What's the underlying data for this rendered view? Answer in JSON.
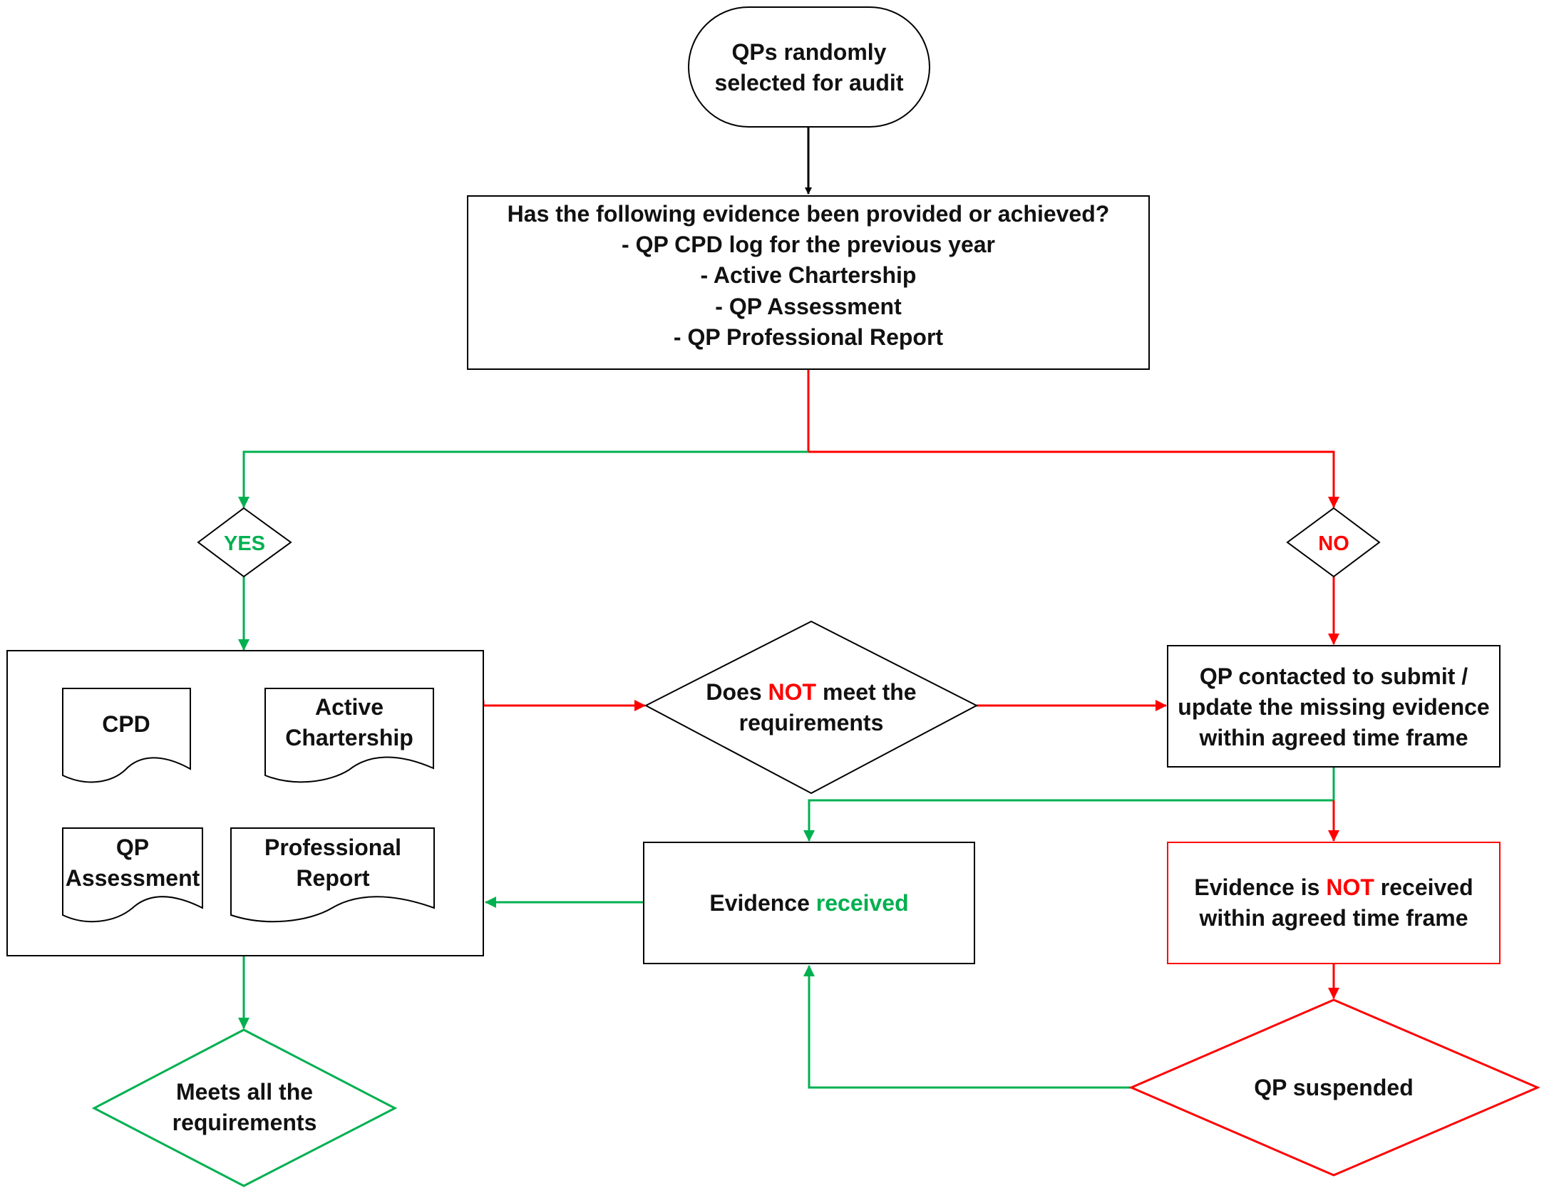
{
  "colors": {
    "black": "#000000",
    "green": "#00b050",
    "red": "#ff0000",
    "text": "#111111"
  },
  "start": {
    "line1": "QPs randomly",
    "line2": "selected for audit"
  },
  "evidence_question": {
    "line1": "Has the following evidence been provided or achieved?",
    "line2": "- QP CPD log for the previous year",
    "line3": "- Active Chartership",
    "line4": "- QP Assessment",
    "line5": "- QP Professional Report"
  },
  "yes_label": "YES",
  "no_label": "NO",
  "documents": {
    "cpd": "CPD",
    "chartership_line1": "Active",
    "chartership_line2": "Chartership",
    "assessment_line1": "QP",
    "assessment_line2": "Assessment",
    "report_line1": "Professional",
    "report_line2": "Report"
  },
  "not_meet": {
    "pre": "Does ",
    "highlight": "NOT",
    "post": " meet the",
    "line2": "requirements"
  },
  "contacted": {
    "line1": "QP contacted to submit /",
    "line2": "update the missing evidence",
    "line3": "within agreed time frame"
  },
  "evidence_received": {
    "pre": "Evidence ",
    "highlight": "received"
  },
  "not_received": {
    "pre": "Evidence is ",
    "highlight": "NOT",
    "post": " received",
    "line2": "within agreed time frame"
  },
  "meets_all": {
    "line1": "Meets all the",
    "line2": "requirements"
  },
  "suspended": "QP suspended"
}
